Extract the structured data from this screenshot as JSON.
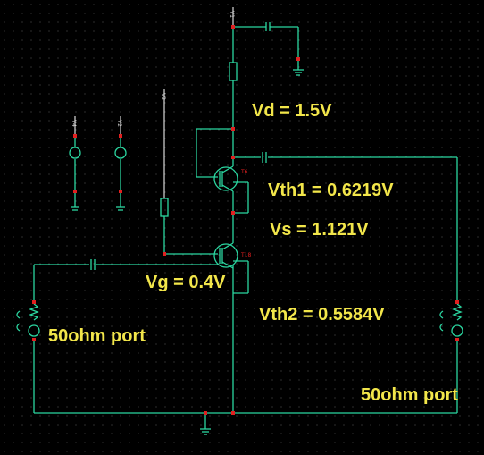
{
  "annotations": {
    "vd": "Vd = 1.5V",
    "vth1": "Vth1 = 0.6219V",
    "vs": "Vs = 1.121V",
    "vg": "Vg = 0.4V",
    "vth2": "Vth2 = 0.5584V",
    "port_left": "50ohm port",
    "port_right": "50ohm port"
  },
  "component_tags": {
    "t_upper": "T6",
    "t_lower": "T18"
  },
  "source_labels": {
    "supply": "V1",
    "gate": "V3",
    "src_a": "V4",
    "src_b": "V2"
  },
  "colors": {
    "wire": "#2bd6a0",
    "annotation": "#f2e64a",
    "node": "#e02020",
    "grid_dot": "#5a5a5a"
  }
}
